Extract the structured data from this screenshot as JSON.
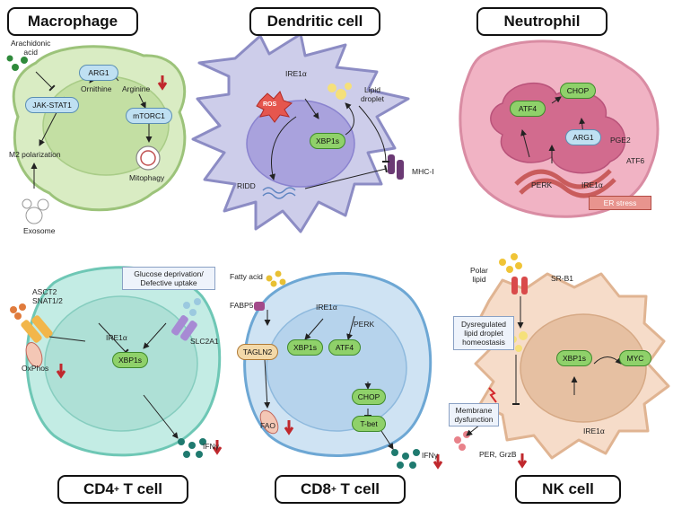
{
  "panels": {
    "macrophage": {
      "title": "Macrophage",
      "arachidonic": "Arachidonic\nacid",
      "arg1": "ARG1",
      "ornithine": "Ornithine",
      "arginine": "Arginine",
      "jakstat": "JAK-STAT1",
      "mtorc1": "mTORC1",
      "m2": "M2 polarization",
      "mitophagy": "Mitophagy",
      "exosome": "Exosome"
    },
    "dendritic": {
      "title": "Dendritic cell",
      "ire1a": "IRE1α",
      "lipid": "Lipid\ndroplet",
      "ros": "ROS",
      "xbp1s": "XBP1s",
      "ridd": "RIDD",
      "mhc": "MHC-I"
    },
    "neutrophil": {
      "title": "Neutrophil",
      "chop": "CHOP",
      "atf4": "ATF4",
      "arg1": "ARG1",
      "pge2": "PGE2",
      "atf6": "ATF6",
      "perk": "PERK",
      "ire1a": "IRE1α",
      "er": "ER stress"
    },
    "cd4": {
      "title_main": "CD4",
      "title_sup": "+",
      "title_rest": " T cell",
      "asct2": "ASCT2\nSNAT1/2",
      "glucose": "Glucose deprivation/\nDefective uptake",
      "ire1a": "IRE1α",
      "slc2a1": "SLC2A1",
      "xbp1s": "XBP1s",
      "oxphos": "OxPhos",
      "ifn": "IFNγ"
    },
    "cd8": {
      "title_main": "CD8",
      "title_sup": "+",
      "title_rest": " T cell",
      "fatty": "Fatty acid",
      "fabp5": "FABP5",
      "ire1a": "IRE1α",
      "perk": "PERK",
      "tagln2": "TAGLN2",
      "xbp1s": "XBP1s",
      "atf4": "ATF4",
      "chop": "CHOP",
      "tbet": "T-bet",
      "fao": "FAO",
      "ifn": "IFNγ"
    },
    "nk": {
      "title": "NK cell",
      "polar": "Polar\nlipid",
      "srb1": "SR-B1",
      "dysreg": "Dysregulated\nlipid droplet\nhomeostasis",
      "xbp1s": "XBP1s",
      "myc": "MYC",
      "membrane": "Membrane\ndysfunction",
      "ire1a": "IRE1α",
      "per": "PER, GrzB"
    }
  },
  "colors": {
    "macrophage": "#d9ecc3",
    "dendritic": "#cdcdea",
    "neutrophil": "#f1b3c4",
    "cd4": "#c3ece4",
    "cd8": "#cfe3f3",
    "nk": "#f6dcc9",
    "down_arrow": "#c0282d"
  }
}
